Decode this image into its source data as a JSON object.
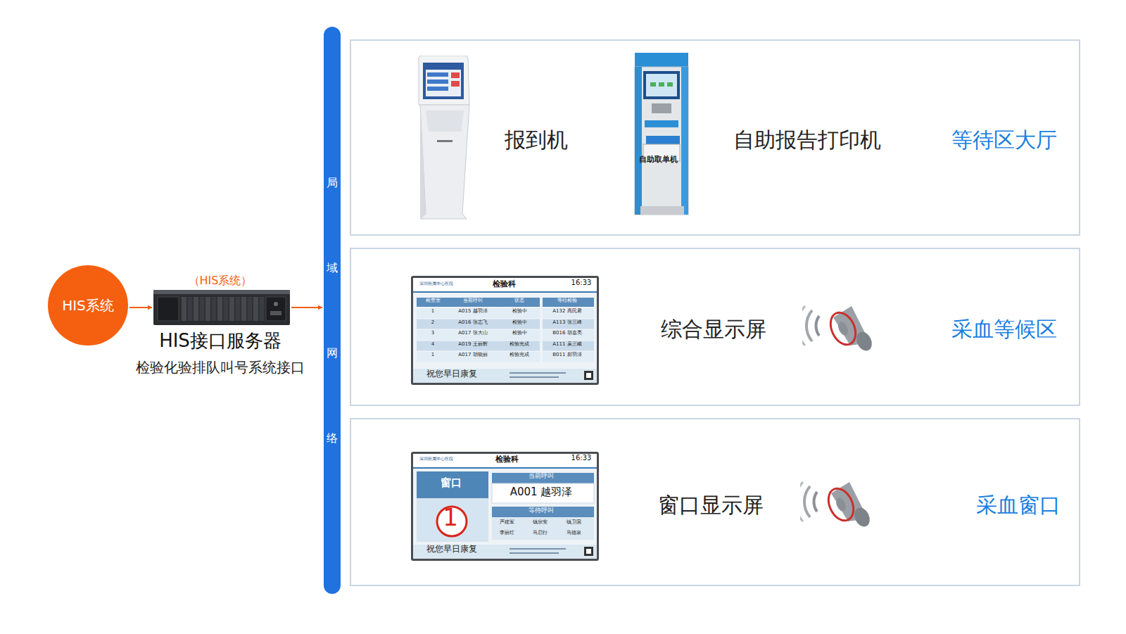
{
  "diagram": {
    "nodes": [
      {
        "text": [
          "HIS系统"
        ]
      },
      {
        "text": [
          "（HIS系统）",
          "HIS接口服务器",
          "检验化验排队叫号系统接口"
        ]
      },
      {
        "text": [
          "局域网络"
        ]
      },
      {
        "text": [
          "等待区大厅"
        ]
      },
      {
        "text": [
          "报到机"
        ],
        "in": 3
      },
      {
        "text": [
          "自助报告打印机"
        ],
        "in": 3
      },
      {
        "text": [
          "采血等候区"
        ]
      },
      {
        "text": [
          "综合显示屏"
        ],
        "in": 6
      },
      {
        "text": [
          "采血窗口"
        ]
      },
      {
        "text": [
          "窗口显示屏"
        ],
        "in": 8
      }
    ],
    "edges": [
      {
        "from": 0,
        "to": 1,
        "arrow": "to"
      },
      {
        "from": 1,
        "to": 2,
        "arrow": "to"
      }
    ],
    "labels": [
      "自助取单机",
      "深圳附属中心医院",
      "检验科",
      "16:33",
      "检查室",
      "当前呼叫",
      "状态",
      "等待检验",
      "1",
      "A015 越羽泽",
      "检验中",
      "A132 高民君",
      "2",
      "A016 张志飞",
      "检验中",
      "A113 张三峰",
      "3",
      "A017 张大山",
      "检验中",
      "B016 胡嘉亮",
      "4",
      "A019 王丽辉",
      "检验完成",
      "A111 吴三峨",
      "1",
      "A017 胡晓丽",
      "检验完成",
      "B011 郝羽泽",
      "祝您早日康复",
      "深圳附属中心医院",
      "检验科",
      "16:33",
      "窗口",
      "1",
      "当前呼叫",
      "A001 越羽泽",
      "等待呼叫",
      "严建军",
      "钱宗安",
      "钱卫国",
      "李丽红",
      "马启行",
      "马德泉",
      "祝您早日康复"
    ]
  }
}
